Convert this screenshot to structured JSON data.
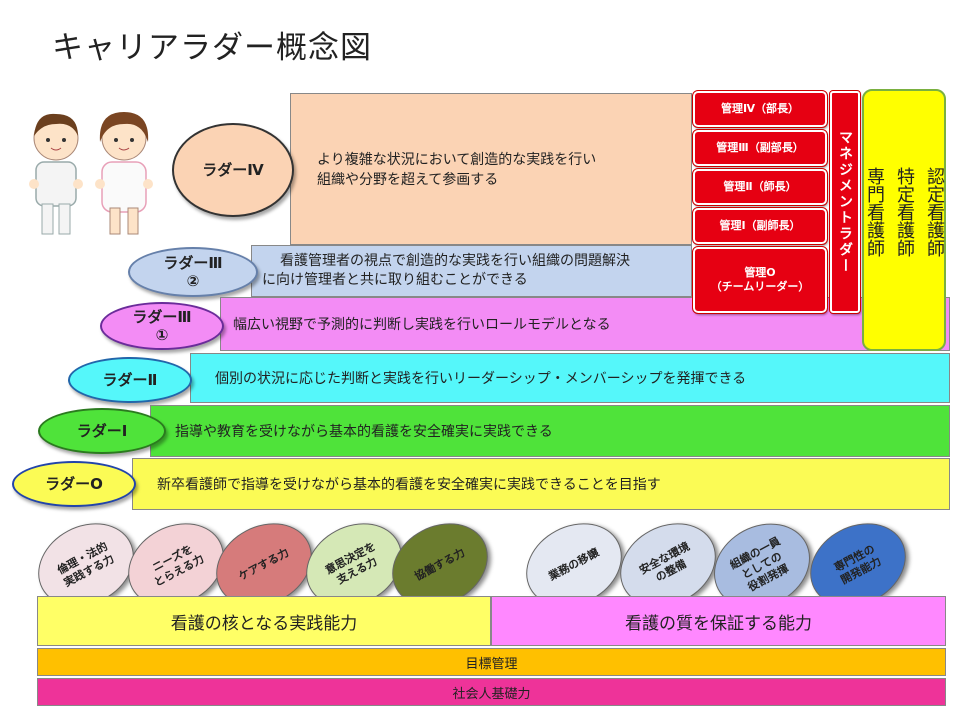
{
  "title": "キャリアラダー概念図",
  "levels": {
    "l4": {
      "badge": "ラダーⅣ",
      "text_line1": "より複雑な状況において創造的な実践を行い",
      "text_line2": "組織や分野を超えて参画する"
    },
    "l3_2": {
      "badge_line1": "ラダーⅢ",
      "badge_line2": "②",
      "text_line1": "看護管理者の視点で創造的な実践を行い組織の問題解決",
      "text_line2": "に向け管理者と共に取り組むことができる"
    },
    "l3_1": {
      "badge_line1": "ラダーⅢ",
      "badge_line2": "①",
      "text": "幅広い視野で予測的に判断し実践を行いロールモデルとなる"
    },
    "l2": {
      "badge": "ラダーⅡ",
      "text": "個別の状況に応じた判断と実践を行いリーダーシップ・メンバーシップを発揮できる"
    },
    "l1": {
      "badge": "ラダーⅠ",
      "text": "指導や教育を受けながら基本的看護を安全確実に実践できる"
    },
    "l0": {
      "badge": "ラダーO",
      "text": "新卒看護師で指導を受けながら基本的看護を安全確実に実践できることを目指す"
    }
  },
  "management": {
    "items": [
      "管理Ⅳ（部長）",
      "管理Ⅲ（副部長）",
      "管理Ⅱ（師長）",
      "管理Ⅰ（副師長）"
    ],
    "item0_line1": "管理O",
    "item0_line2": "（チームリーダー）",
    "ladder_label": "マネジメントラダー"
  },
  "specialist": {
    "col1": "認定看護師",
    "col2": "特定看護師",
    "col3": "専門看護師"
  },
  "competencies_left": [
    {
      "line1": "倫理・法的",
      "line2": "実践する力",
      "line3": ""
    },
    {
      "line1": "ニーズを",
      "line2": "とらえる力",
      "line3": ""
    },
    {
      "line1": "ケアする力",
      "line2": "",
      "line3": ""
    },
    {
      "line1": "意思決定を",
      "line2": "支える力",
      "line3": ""
    },
    {
      "line1": "協働する力",
      "line2": "",
      "line3": ""
    }
  ],
  "competencies_right": [
    {
      "line1": "業務の移譲",
      "line2": "",
      "line3": ""
    },
    {
      "line1": "安全な環境",
      "line2": "の整備",
      "line3": ""
    },
    {
      "line1": "組織の一員",
      "line2": "としての",
      "line3": "役割発揮"
    },
    {
      "line1": "専門性の",
      "line2": "開発能力",
      "line3": ""
    }
  ],
  "foundation": {
    "core": "看護の核となる実践能力",
    "quality": "看護の質を保証する能力",
    "goal": "目標管理",
    "social": "社会人基礎力"
  },
  "colors": {
    "l4": "#fbd3b4",
    "l3_2": "#c3d4ee",
    "l3_1": "#f38cf5",
    "l2": "#55f7fa",
    "l1": "#4fe33a",
    "l0": "#fbfb55",
    "mgmt": "#e60012",
    "specialist": "#ffff00",
    "core": "#ffff66",
    "quality": "#ff88ff",
    "goal": "#ffc000",
    "social": "#ee3399"
  }
}
